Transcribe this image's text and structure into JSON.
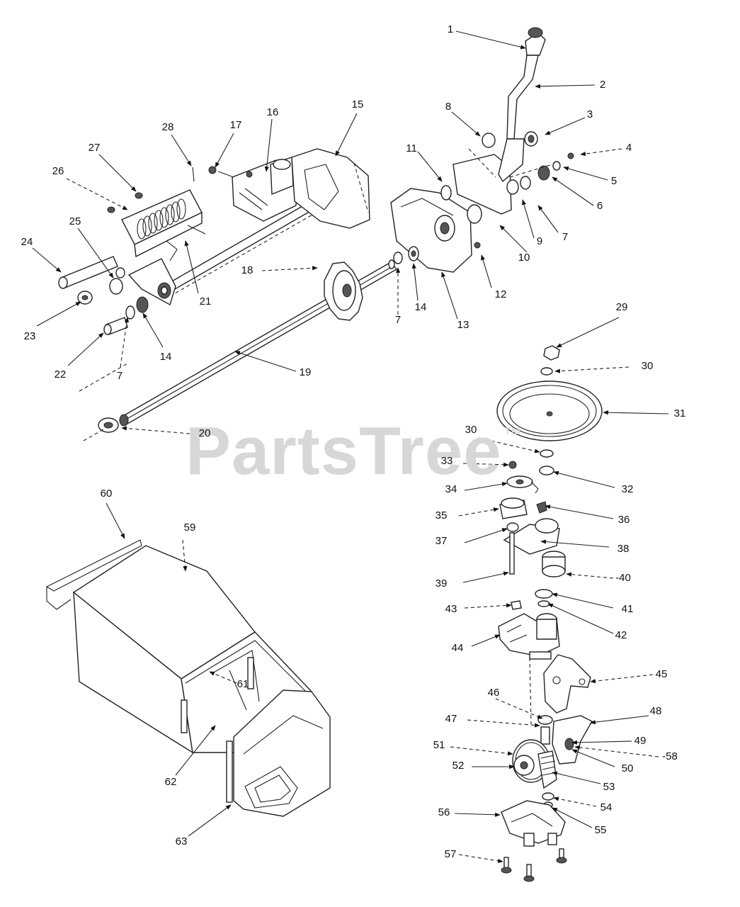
{
  "watermark": {
    "text": "PartsTree",
    "mark": "™"
  },
  "callouts": [
    {
      "id": "c1",
      "text": "1"
    },
    {
      "id": "c2",
      "text": "2"
    },
    {
      "id": "c3",
      "text": "3"
    },
    {
      "id": "c4",
      "text": "4"
    },
    {
      "id": "c5",
      "text": "5"
    },
    {
      "id": "c6",
      "text": "6"
    },
    {
      "id": "c7a",
      "text": "7"
    },
    {
      "id": "c8",
      "text": "8"
    },
    {
      "id": "c9",
      "text": "9"
    },
    {
      "id": "c10",
      "text": "10"
    },
    {
      "id": "c11",
      "text": "11"
    },
    {
      "id": "c12",
      "text": "12"
    },
    {
      "id": "c13",
      "text": "13"
    },
    {
      "id": "c14a",
      "text": "14"
    },
    {
      "id": "c7b",
      "text": "7"
    },
    {
      "id": "c15",
      "text": "15"
    },
    {
      "id": "c16",
      "text": "16"
    },
    {
      "id": "c17",
      "text": "17"
    },
    {
      "id": "c18",
      "text": "18"
    },
    {
      "id": "c19",
      "text": "19"
    },
    {
      "id": "c20",
      "text": "20"
    },
    {
      "id": "c21",
      "text": "21"
    },
    {
      "id": "c22",
      "text": "22"
    },
    {
      "id": "c7c",
      "text": "7"
    },
    {
      "id": "c14b",
      "text": "14"
    },
    {
      "id": "c23",
      "text": "23"
    },
    {
      "id": "c24",
      "text": "24"
    },
    {
      "id": "c25",
      "text": "25"
    },
    {
      "id": "c26",
      "text": "26"
    },
    {
      "id": "c27",
      "text": "27"
    },
    {
      "id": "c28",
      "text": "28"
    },
    {
      "id": "c29",
      "text": "29"
    },
    {
      "id": "c30a",
      "text": "30"
    },
    {
      "id": "c31",
      "text": "31"
    },
    {
      "id": "c30b",
      "text": "30"
    },
    {
      "id": "c32",
      "text": "32"
    },
    {
      "id": "c33",
      "text": "33"
    },
    {
      "id": "c34",
      "text": "34"
    },
    {
      "id": "c35",
      "text": "35"
    },
    {
      "id": "c36",
      "text": "36"
    },
    {
      "id": "c37",
      "text": "37"
    },
    {
      "id": "c38",
      "text": "38"
    },
    {
      "id": "c39",
      "text": "39"
    },
    {
      "id": "c40",
      "text": "-40"
    },
    {
      "id": "c41",
      "text": "41"
    },
    {
      "id": "c42",
      "text": "42"
    },
    {
      "id": "c43",
      "text": "43"
    },
    {
      "id": "c44",
      "text": "44"
    },
    {
      "id": "c45",
      "text": "45"
    },
    {
      "id": "c46",
      "text": "46"
    },
    {
      "id": "c47",
      "text": "47"
    },
    {
      "id": "c48",
      "text": "48"
    },
    {
      "id": "c49",
      "text": "49"
    },
    {
      "id": "c50",
      "text": "50"
    },
    {
      "id": "c51",
      "text": "51"
    },
    {
      "id": "c52",
      "text": "52"
    },
    {
      "id": "c53",
      "text": "53"
    },
    {
      "id": "c54",
      "text": "54"
    },
    {
      "id": "c55",
      "text": "55"
    },
    {
      "id": "c56",
      "text": "56"
    },
    {
      "id": "c57",
      "text": "57"
    },
    {
      "id": "c58",
      "text": "-58"
    },
    {
      "id": "c59",
      "text": "59"
    },
    {
      "id": "c60",
      "text": "60"
    },
    {
      "id": "c61",
      "text": "61"
    },
    {
      "id": "c62",
      "text": "62"
    },
    {
      "id": "c63",
      "text": "63"
    }
  ]
}
